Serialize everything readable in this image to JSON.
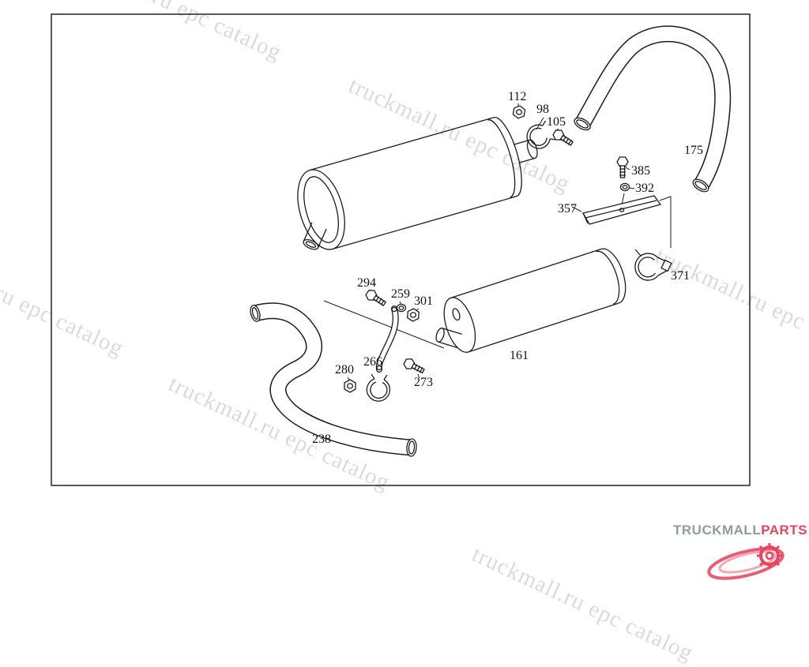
{
  "watermark": {
    "text": "truckmall.ru epc catalog",
    "color": "#dadada"
  },
  "logo": {
    "brand_gray": "TRUCKMALL",
    "brand_accent": "PARTS",
    "gray_color": "#8f9aa3",
    "accent_color": "#e8435f"
  },
  "diagram": {
    "part_labels": {
      "p112": "112",
      "p98": "98",
      "p105": "105",
      "p175": "175",
      "p385": "385",
      "p392": "392",
      "p357": "357",
      "p371": "371",
      "p161": "161",
      "p294": "294",
      "p259": "259",
      "p301": "301",
      "p266": "266",
      "p273": "273",
      "p280": "280",
      "p238": "238"
    }
  }
}
